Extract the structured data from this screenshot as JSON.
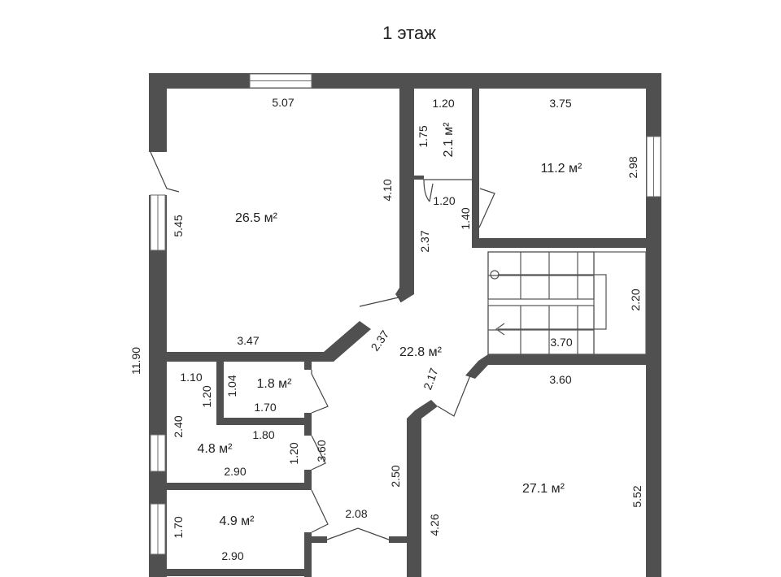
{
  "floor_title": "1 этаж",
  "areas": {
    "room_a": "26.5 м²",
    "room_b": "2.1 м²",
    "room_c": "11.2 м²",
    "hall": "22.8 м²",
    "room_d": "1.8 м²",
    "room_e": "4.8 м²",
    "room_f": "4.9 м²",
    "room_g": "27.1 м²"
  },
  "dims": {
    "d507": "5.07",
    "d545": "5.45",
    "d410": "4.10",
    "d347": "3.47",
    "d120a": "1.20",
    "d175": "1.75",
    "d120b": "1.20",
    "d140": "1.40",
    "d375": "3.75",
    "d298": "2.98",
    "d237a": "2.37",
    "d237b": "2.37",
    "d220": "2.20",
    "d370": "3.70",
    "d1190": "11.90",
    "d110": "1.10",
    "d120c": "1.20",
    "d104": "1.04",
    "d170a": "1.70",
    "d240": "2.40",
    "d180": "1.80",
    "d120d": "1.20",
    "d360a": "3.60",
    "d290a": "2.90",
    "d217": "2.17",
    "d360b": "3.60",
    "d250": "2.50",
    "d170b": "1.70",
    "d208": "2.08",
    "d290b": "2.90",
    "d426": "4.26",
    "d552": "5.52"
  }
}
